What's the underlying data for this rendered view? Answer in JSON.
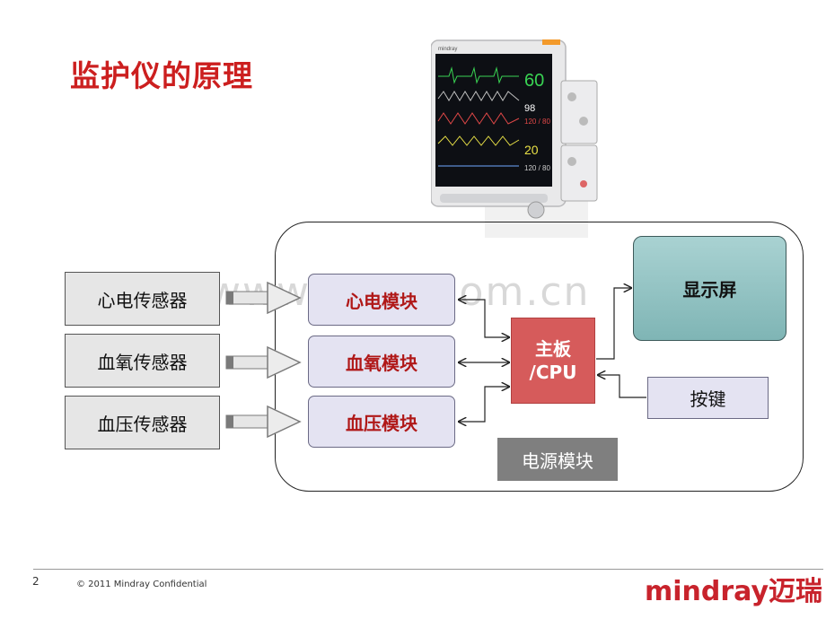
{
  "slide": {
    "title": "监护仪的原理",
    "watermark": "www.zixin.com.cn",
    "page_number": "2",
    "copyright": "© 2011 Mindray Confidential",
    "brand": "mindray迈瑞"
  },
  "sensors": [
    {
      "label": "心电传感器"
    },
    {
      "label": "血氧传感器"
    },
    {
      "label": "血压传感器"
    }
  ],
  "modules": [
    {
      "label": "心电模块"
    },
    {
      "label": "血氧模块"
    },
    {
      "label": "血压模块"
    }
  ],
  "mainboard": {
    "line1": "主板",
    "line2": "/CPU"
  },
  "display": {
    "label": "显示屏"
  },
  "keys": {
    "label": "按键"
  },
  "power": {
    "label": "电源模块"
  },
  "monitor_image": {
    "brand": "mindray",
    "readouts": [
      "60",
      "98",
      "120 / 80",
      "20",
      "120 / 80"
    ]
  },
  "colors": {
    "title": "#cc1f1f",
    "module_text": "#b01818",
    "mainboard": "#d65b5b",
    "display": "#8fc0c0",
    "power": "#7f7f7f",
    "brand": "#c8232c"
  }
}
